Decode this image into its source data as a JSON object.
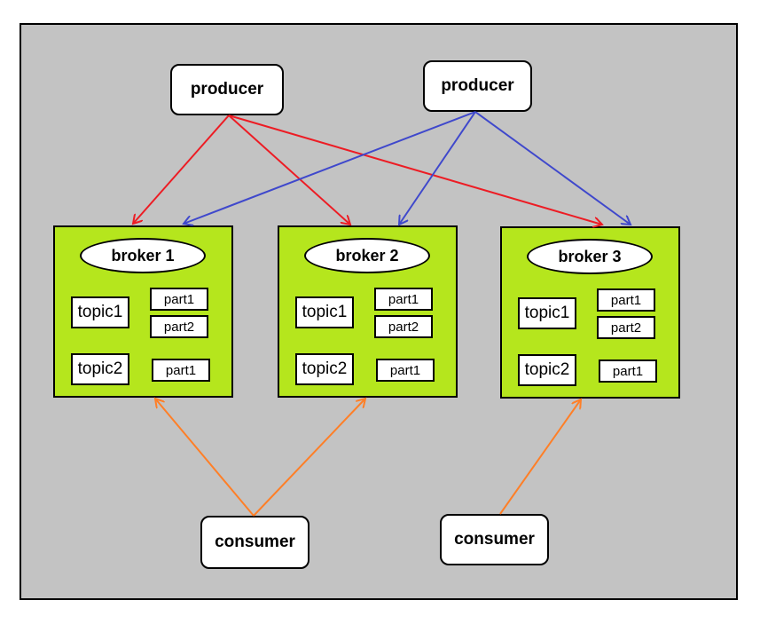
{
  "producers": [
    {
      "label": "producer"
    },
    {
      "label": "producer"
    }
  ],
  "consumers": [
    {
      "label": "consumer"
    },
    {
      "label": "consumer"
    }
  ],
  "brokers": [
    {
      "label": "broker 1",
      "topics": [
        {
          "label": "topic1",
          "parts": [
            "part1",
            "part2"
          ]
        },
        {
          "label": "topic2",
          "parts": [
            "part1"
          ]
        }
      ]
    },
    {
      "label": "broker 2",
      "topics": [
        {
          "label": "topic1",
          "parts": [
            "part1",
            "part2"
          ]
        },
        {
          "label": "topic2",
          "parts": [
            "part1"
          ]
        }
      ]
    },
    {
      "label": "broker 3",
      "topics": [
        {
          "label": "topic1",
          "parts": [
            "part1",
            "part2"
          ]
        },
        {
          "label": "topic2",
          "parts": [
            "part1"
          ]
        }
      ]
    }
  ],
  "edge_colors": {
    "producer_1": "#ed1c24",
    "producer_2": "#3f48cc",
    "consumer": "#ff7f27"
  }
}
